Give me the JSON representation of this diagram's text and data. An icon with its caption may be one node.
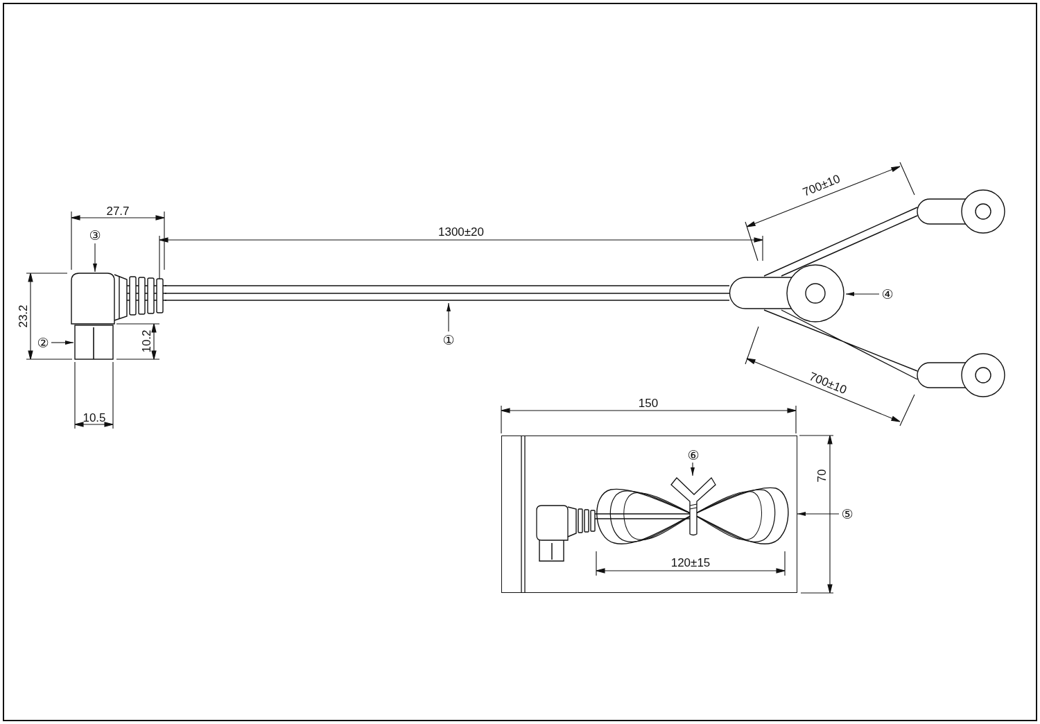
{
  "diagram": {
    "nodes": [
      {
        "text": [],
        "shape": "picture"
      },
      {
        "text": [
          "③"
        ]
      },
      {
        "text": [],
        "shape": "picture"
      },
      {
        "text": [
          "④"
        ]
      },
      {
        "text": [],
        "shape": "picture"
      },
      {
        "text": [
          "②"
        ]
      },
      {
        "text": [],
        "shape": "picture"
      },
      {
        "text": [
          "①"
        ]
      },
      {
        "text": [],
        "shape": "picture"
      },
      {
        "text": [],
        "shape": "picture"
      },
      {
        "text": [],
        "shape": "picture"
      },
      {
        "text": [
          "⑥"
        ],
        "in": 10
      },
      {
        "text": [],
        "shape": "picture",
        "in": 10
      },
      {
        "text": [],
        "shape": "picture",
        "in": 10
      },
      {
        "text": [
          "⑤"
        ]
      }
    ],
    "edges": [
      {
        "from": 1,
        "to": 2,
        "arrow": "to"
      },
      {
        "from": 3,
        "to": 4,
        "arrow": "to"
      },
      {
        "from": 5,
        "to": 6,
        "arrow": "to"
      },
      {
        "from": 7,
        "to": 8,
        "arrow": "to"
      },
      {
        "from": 11,
        "to": 13,
        "arrow": "to"
      },
      {
        "from": 14,
        "to": 10,
        "arrow": "to"
      },
      {
        "from": 4,
        "to": 0,
        "arrow": "none"
      },
      {
        "from": 4,
        "to": 9,
        "arrow": "none"
      }
    ],
    "labels": [
      "700±10",
      "27.7",
      "1300±20",
      "23.2",
      "10.2",
      "700±10",
      "150",
      "10.5",
      "70",
      "120±15"
    ]
  }
}
